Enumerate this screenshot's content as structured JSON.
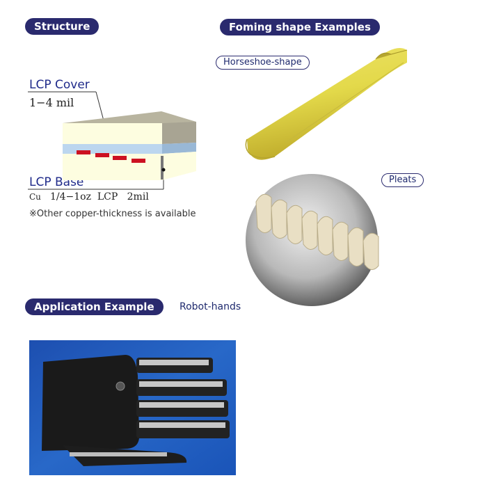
{
  "headings": {
    "structure": "Structure",
    "forming": "Foming shape Examples",
    "application": "Application Example"
  },
  "structure": {
    "cover_label": "LCP Cover",
    "cover_thickness": "1−4 mil",
    "base_label": "LCP Base",
    "cu_label": "Cu",
    "base_spec": "1/4−1oz  LCP   2mil",
    "note": "※Other copper-thickness is available"
  },
  "forming": {
    "horseshoe_label": "Horseshoe-shape",
    "pleats_label": "Pleats"
  },
  "application": {
    "caption": "Robot-hands"
  },
  "colors": {
    "heading_bg": "#2a2a6e",
    "cover_top": "#b8b49f",
    "cover_front": "#fdfde0",
    "lcp_blue": "#bcd6ef",
    "copper_red": "#cc1122",
    "horseshoe_yellow": "#e3d94a"
  }
}
